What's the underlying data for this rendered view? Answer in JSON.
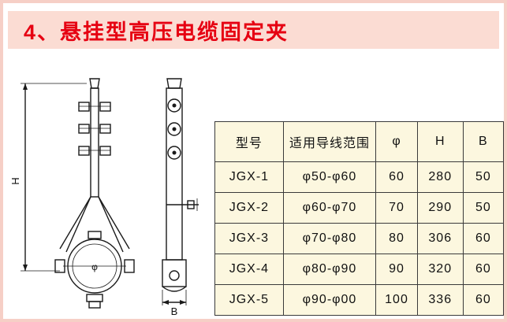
{
  "page": {
    "title": "4、悬挂型高压电缆固定夹"
  },
  "drawing": {
    "dim_h_label": "H",
    "dim_b_label": "B",
    "phi_label": "φ"
  },
  "table": {
    "headers": [
      "型号",
      "适用导线范围",
      "φ",
      "H",
      "B"
    ],
    "rows": [
      [
        "JGX-1",
        "φ50-φ60",
        "60",
        "280",
        "50"
      ],
      [
        "JGX-2",
        "φ60-φ70",
        "70",
        "290",
        "50"
      ],
      [
        "JGX-3",
        "φ70-φ80",
        "80",
        "306",
        "60"
      ],
      [
        "JGX-4",
        "φ80-φ90",
        "90",
        "320",
        "60"
      ],
      [
        "JGX-5",
        "φ90-φ00",
        "100",
        "336",
        "60"
      ]
    ]
  }
}
